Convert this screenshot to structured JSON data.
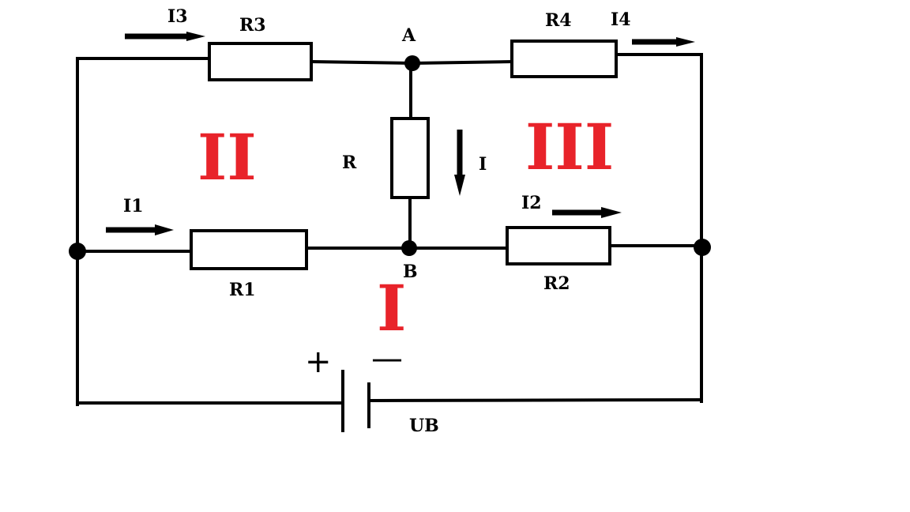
{
  "colors": {
    "line": "#000000",
    "mesh": "#e8232a",
    "background": "#ffffff"
  },
  "resistors": {
    "r": "R",
    "r1": "R1",
    "r2": "R2",
    "r3": "R3",
    "r4": "R4"
  },
  "currents": {
    "i": "I",
    "i1": "I1",
    "i2": "I2",
    "i3": "I3",
    "i4": "I4"
  },
  "nodes": {
    "a": "A",
    "b": "B"
  },
  "meshes": {
    "one": "I",
    "two": "II",
    "three": "III"
  },
  "source": {
    "label": "UB",
    "plus": "+",
    "minus": "—"
  }
}
